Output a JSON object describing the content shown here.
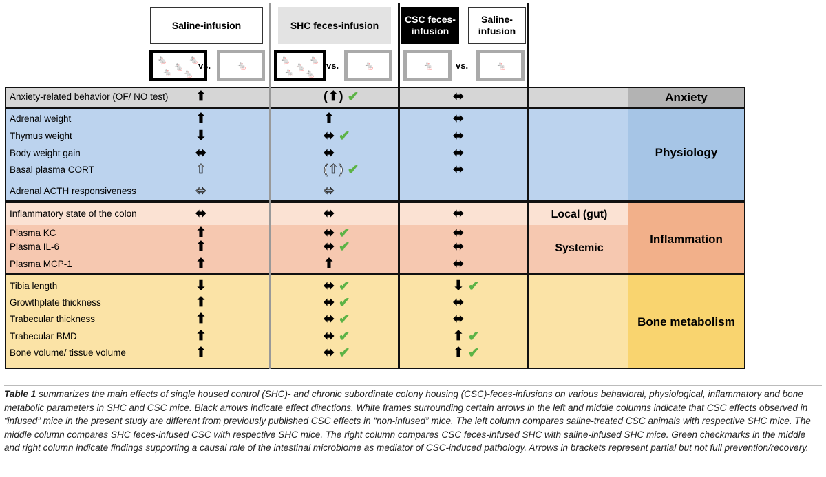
{
  "headers": {
    "saline_left": "Saline-infusion",
    "shc_feces": "SHC feces-infusion",
    "csc_feces": "CSC feces-infusion",
    "saline_right": "Saline-infusion",
    "vs": "vs."
  },
  "categories": {
    "anxiety": "Anxiety",
    "physiology": "Physiology",
    "inflammation": "Inflammation",
    "local": "Local (gut)",
    "systemic": "Systemic",
    "bone": "Bone metabolism"
  },
  "rows": [
    {
      "label": "Anxiety-related behavior (OF/ NO test)",
      "c1": "⬆",
      "c2": "(⬆)",
      "c2chk": "✔",
      "c3": "⬌",
      "c3chk": ""
    },
    {
      "label": "Adrenal weight",
      "c1": "⬆",
      "c2": "⬆",
      "c2chk": "",
      "c3": "⬌",
      "c3chk": ""
    },
    {
      "label": "Thymus weight",
      "c1": "⬇",
      "c2": "⬌",
      "c2chk": "✔",
      "c3": "⬌",
      "c3chk": ""
    },
    {
      "label": "Body weight gain",
      "c1": "⬌",
      "c2": "⬌",
      "c2chk": "",
      "c3": "⬌",
      "c3chk": ""
    },
    {
      "label": "Basal plasma CORT",
      "c1": "⇧",
      "c2": "(⇧)",
      "c2chk": "✔",
      "c3": "⬌",
      "c3chk": ""
    },
    {
      "label": "Adrenal ACTH responsiveness",
      "c1": "⬄",
      "c2": "⬄",
      "c2chk": "",
      "c3": "",
      "c3chk": ""
    },
    {
      "label": "Inflammatory state of the colon",
      "c1": "⬌",
      "c2": "⬌",
      "c2chk": "",
      "c3": "⬌",
      "c3chk": ""
    },
    {
      "label": "Plasma KC",
      "c1": "⬆",
      "c2": "⬌",
      "c2chk": "✔",
      "c3": "⬌",
      "c3chk": ""
    },
    {
      "label": "Plasma IL-6",
      "c1": "⬆",
      "c2": "⬌",
      "c2chk": "✔",
      "c3": "⬌",
      "c3chk": ""
    },
    {
      "label": "Plasma MCP-1",
      "c1": "⬆",
      "c2": "⬆",
      "c2chk": "",
      "c3": "⬌",
      "c3chk": ""
    },
    {
      "label": "Tibia length",
      "c1": "⬇",
      "c2": "⬌",
      "c2chk": "✔",
      "c3": "⬇",
      "c3chk": "✔"
    },
    {
      "label": "Growthplate thickness",
      "c1": "⬆",
      "c2": "⬌",
      "c2chk": "✔",
      "c3": "⬌",
      "c3chk": ""
    },
    {
      "label": "Trabecular thickness",
      "c1": "⬆",
      "c2": "⬌",
      "c2chk": "✔",
      "c3": "⬌",
      "c3chk": ""
    },
    {
      "label": "Trabecular BMD",
      "c1": "⬆",
      "c2": "⬌",
      "c2chk": "✔",
      "c3": "⬆",
      "c3chk": "✔"
    },
    {
      "label": "Bone volume/ tissue volume",
      "c1": "⬆",
      "c2": "⬌",
      "c2chk": "✔",
      "c3": "⬆",
      "c3chk": "✔"
    }
  ],
  "caption": {
    "lead": "Table 1",
    "text": " summarizes the main effects of single housed control (SHC)- and chronic subordinate colony housing (CSC)-feces-infusions on various behavioral, physiological, inflammatory and bone metabolic parameters in SHC and CSC mice. Black arrows indicate effect directions. White frames surrounding certain arrows in the left and middle columns indicate that CSC effects observed in “infused” mice in the present study are different from previously published CSC effects in “non-infused” mice. The left column compares saline-treated CSC animals with respective SHC mice. The middle column compares SHC feces-infused CSC with respective SHC mice. The right column compares CSC feces-infused SHC with saline-infused SHC mice. Green checkmarks in the middle and right column indicate findings supporting a causal role of the intestinal microbiome as mediator of CSC-induced pathology. Arrows in brackets represent partial but not full prevention/recovery."
  }
}
